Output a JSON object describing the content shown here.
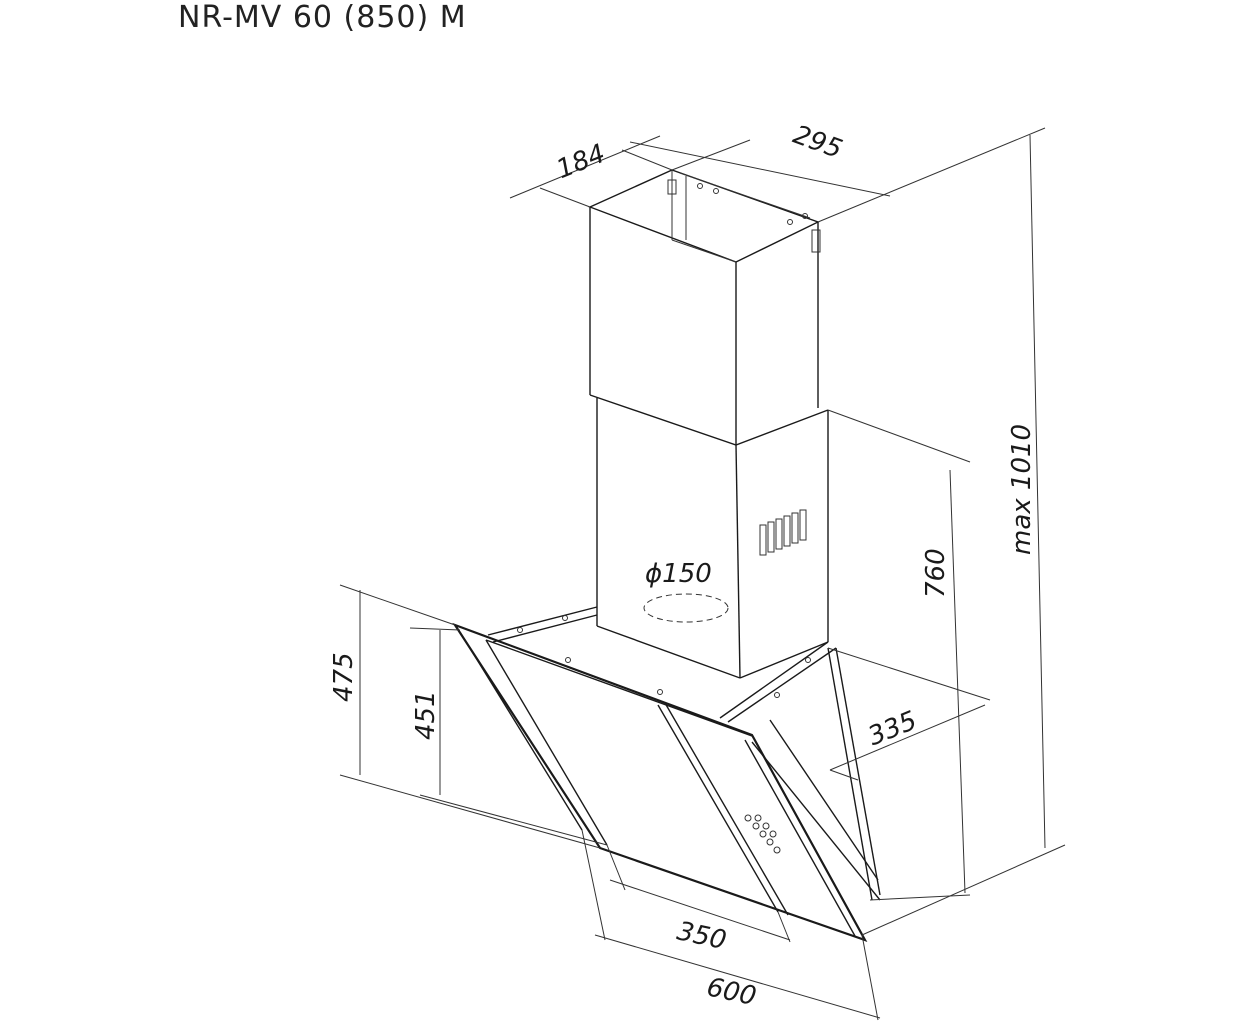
{
  "title": "NR-MV 60 (850) M",
  "dimensions": {
    "chimney_depth": "184",
    "chimney_width": "295",
    "max_height": "max 1010",
    "min_height": "760",
    "outlet_diameter": "ϕ150",
    "canopy_depth": "335",
    "canopy_height": "475",
    "glass_height": "451",
    "glass_width": "350",
    "total_width": "600"
  },
  "colors": {
    "line": "#1a1a1a",
    "background": "#ffffff"
  }
}
